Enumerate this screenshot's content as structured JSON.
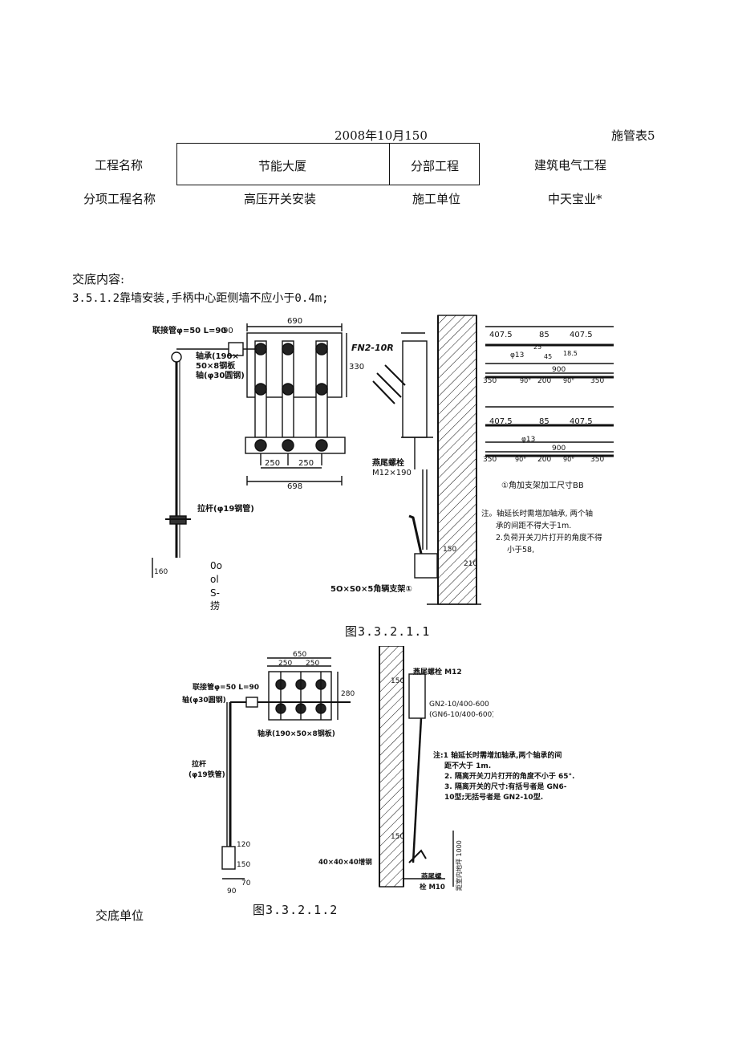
{
  "header": {
    "date": "2008年10月150",
    "form_no": "施管表5"
  },
  "info_table": {
    "project_name_label": "工程名称",
    "project_name_value": "节能大厦",
    "division_label": "分部工程",
    "division_value": "建筑电气工程",
    "subitem_label": "分项工程名称",
    "subitem_value": "高压开关安装",
    "unit_label": "施工单位",
    "unit_value": "中天宝业*"
  },
  "content": {
    "heading": "交底内容:",
    "line1": "3.5.1.2靠墙安装,手柄中心距侧墙不应小于0.4m;"
  },
  "figure1": {
    "caption": "图3.3.2.1.1",
    "labels": {
      "coupling_pipe": "联接管φ=50 L=90",
      "bearing": "轴承(190×",
      "plate": "50×8钢板",
      "shaft": "轴(φ30圆钢)",
      "pull_rod": "拉杆(φ19钢管)",
      "switch_model": "FN2-10R",
      "bolt": "燕尾螺栓",
      "bolt_size": "M12×190",
      "dim_690": "690",
      "dim_698": "698",
      "dim_250a": "250",
      "dim_250b": "250",
      "dim_330": "330",
      "dim_90": "90",
      "dim_150": "150",
      "dim_210": "210",
      "dim_160": "160",
      "ocr_a": "0o",
      "ocr_b": "ol",
      "ocr_c": "S-",
      "ocr_d": "捞",
      "angle_bracket": "5O×S0×5角辆支架①",
      "bracket_dims_title": "①角加支架加工尺寸BB",
      "note1": "注。轴延长时需增加轴承, 两个轴",
      "note2": "承的间距不得大于1m.",
      "note3": "2.负荷开关刀片打开的角度不得",
      "note4": "小于58,"
    },
    "bracket_dims": {
      "row1": [
        "407.5",
        "85",
        "407.5"
      ],
      "row1_sub": [
        "φ13",
        "25",
        "45",
        "18.5"
      ],
      "row2": [
        "900"
      ],
      "row3": [
        "350",
        "90°",
        "200",
        "90°",
        "350"
      ],
      "row4": [
        "407.5",
        "85",
        "407.5"
      ],
      "row4_sub": [
        "φ13"
      ],
      "row5": [
        "900"
      ],
      "row6": [
        "350",
        "90°",
        "200",
        "90°",
        "350"
      ]
    }
  },
  "figure2": {
    "caption": "图3.3.2.1.2",
    "labels": {
      "coupling_pipe": "联接管φ=50 L=90",
      "shaft": "轴(φ30圆钢)",
      "bearing": "轴承(190×50×8钢板)",
      "pull_rod1": "拉杆",
      "pull_rod2": "(φ19铁管)",
      "dim_650": "650",
      "dim_250a": "250",
      "dim_250b": "250",
      "dim_280": "280",
      "dim_120": "120",
      "dim_150": "150",
      "dim_70": "70",
      "dim_90": "90",
      "bolt_top": "燕尾螺栓 M12",
      "dim_150_top": "150",
      "model1": "GN2-10/400-600",
      "model2": "(GN6-10/400-600)",
      "note1": "注:1 轴延长时需增加轴承,两个轴承的间",
      "note2": "距不大于 1m.",
      "note3": "2. 隔离开关刀片打开的角度不小于 65°.",
      "note4": "3. 隔离开关的尺寸:有括号者是 GN6-",
      "note5": "10型;无括号者是 GN2-10型.",
      "dim_150_bot": "150",
      "angle": "40×40×40增钢",
      "bolt_bot1": "燕尾螺",
      "bolt_bot2": "栓 M10",
      "floor_dim": "距室内地坪 1000"
    }
  },
  "footer": {
    "signature": "交底单位"
  }
}
